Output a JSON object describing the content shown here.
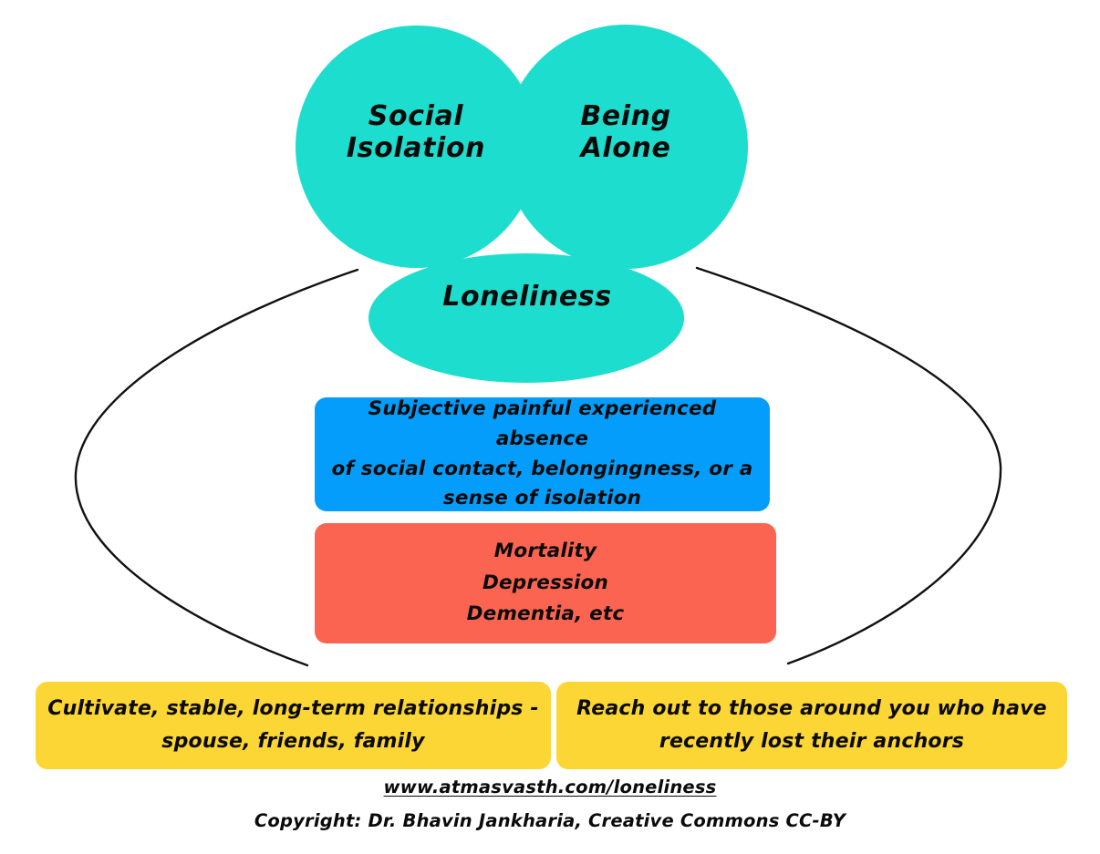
{
  "diagram": {
    "title": "Loneliness concept diagram",
    "colors": {
      "teal": "#1DDECE",
      "blue": "#059DFB",
      "coral": "#FB6451",
      "yellow": "#FCD634",
      "text": "#0b0b0b",
      "connector": "#111111",
      "background": "#ffffff"
    },
    "blobs": {
      "social_isolation": "Social\nIsolation",
      "being_alone": "Being\nAlone",
      "loneliness": "Loneliness"
    },
    "boxes": {
      "definition": "Subjective painful experienced absence\nof social contact, belongingness, or a\nsense of isolation",
      "consequences": "Mortality\nDepression\nDementia, etc",
      "advice_left": "Cultivate, stable, long-term relationships -\nspouse, friends, family",
      "advice_right": "Reach out to those around you who have\nrecently lost their anchors"
    },
    "footer": {
      "url": "www.atmasvasth.com/loneliness",
      "copyright": "Copyright: Dr. Bhavin Jankharia, Creative Commons CC-BY"
    }
  }
}
